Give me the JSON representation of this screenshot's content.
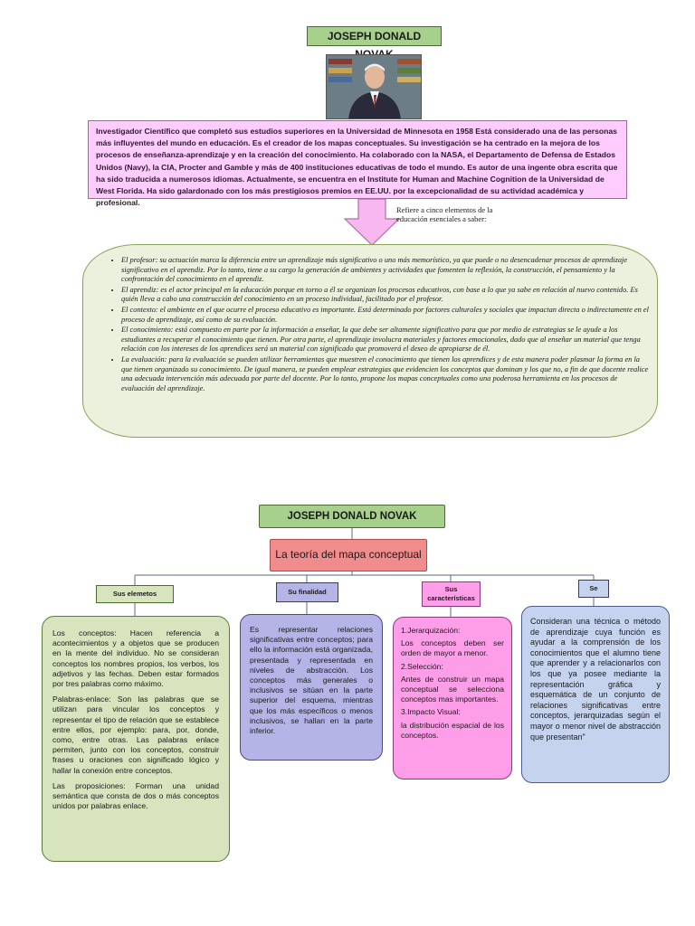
{
  "page1": {
    "title": "JOSEPH DONALD NOVAK",
    "bio": "Investigador Científico que completó sus estudios superiores en la Universidad de Minnesota en 1958 Está considerado una de las personas más influyentes del mundo en educación. Es el creador de los mapas conceptuales. Su investigación se ha centrado en la mejora de los procesos de enseñanza-aprendizaje y en la creación del conocimiento. Ha colaborado con la NASA, el Departamento de Defensa de Estados Unidos (Navy), la CIA, Procter and Gamble y más de 400 instituciones educativas de todo el mundo. Es autor de una ingente obra escrita que ha sido traducida a numerosos idiomas. Actualmente, se encuentra en el Institute for Human and Machine Cognition de la Universidad de West Florida. Ha sido galardonado con los más prestigiosos premios en EE.UU. por la excepcionalidad de su actividad académica y profesional.",
    "arrow_caption": "Refiere a cinco elementos de la educación esenciales a saber:",
    "elements": [
      "El profesor: su actuación marca la diferencia entre un aprendizaje más significativo o uno más memorístico, ya que puede o no desencadenar procesos de aprendizaje significativo en el aprendiz. Por lo tanto, tiene a su cargo la generación de ambientes y actividades que fomenten la reflexión, la construcción, el pensamiento y la confrontación del conocimiento en el aprendiz.",
      "El aprendiz: es el actor principal en la educación porque en torno a él se organizan los procesos educativos, con base a lo que ya sabe en relación al nuevo contenido. Es quién lleva a cabo una construcción del conocimiento en un proceso individual, facilitado por el profesor.",
      "El contexto: el ambiente en el que ocurre el proceso educativo es importante. Está determinado por factores culturales y sociales que impactan directa o indirectamente en el proceso de aprendizaje, así como de su evaluación.",
      "El conocimiento: está compuesto en parte por la información a enseñar, la que debe ser altamente significativo para que por medio de estrategias se le ayude a los estudiantes a recuperar el conocimiento que tienen. Por otra parte, el aprendizaje involucra materiales y factores emocionales, dado que al enseñar un material que tenga relación con los intereses de los aprendices será un material con significado que promoverá el deseo de apropiarse de él.",
      "La evaluación: para la evaluación se pueden utilizar herramientas que muestren el conocimiento que tienen los aprendices y de esta manera poder plasmar la forma en la que tienen organizado su conocimiento. De igual manera, se pueden emplear estrategias que evidencien los conceptos que dominan y los que no, a fin de que docente realice una adecuada intervención más adecuada por parte del docente. Por lo tanto, propone los mapas conceptuales como una poderosa herramienta en los procesos de evaluación del aprendizaje."
    ]
  },
  "page2": {
    "title": "JOSEPH DONALD NOVAK",
    "theory": "La teoría del mapa conceptual",
    "branches": [
      {
        "label": "Sus elemetos"
      },
      {
        "label": "Su finalidad"
      },
      {
        "label": "Sus características"
      },
      {
        "label": "Se"
      }
    ],
    "card1": [
      "Los conceptos: Hacen referencia a acontecimientos y a objetos que se producen en la mente del individuo. No se consideran conceptos los nombres propios, los verbos, los adjetivos y las fechas. Deben estar formados por tres palabras como máximo.",
      "Palabras-enlace: Son las palabras que se utilizan para vincular los conceptos y representar el tipo de relación que se establece entre ellos, por ejemplo: para, por, donde, como, entre otras. Las palabras enlace permiten, junto con los conceptos, construir frases u oraciones con significado lógico y hallar la conexión entre conceptos.",
      "Las proposiciones: Forman una unidad semántica que consta de dos o más conceptos unidos por palabras enlace."
    ],
    "card2": "Es representar relaciones significativas entre conceptos; para ello la información está organizada, presentada y representada en niveles de abstracción. Los conceptos más generales o inclusivos se sitúan en la parte superior del esquema, mientras que los más específicos o menos inclusivos, se hallan en la parte inferior.",
    "card3": [
      "1.Jerarquización:",
      "Los conceptos deben ser orden de mayor a menor.",
      "2.Selección:",
      "Antes de construir un mapa conceptual se selecciona conceptos mas importantes.",
      "3.Impacto Visual:",
      "la distribución espacial de los conceptos."
    ],
    "card4": "Consideran una técnica o método de aprendizaje cuya función es ayudar a la comprensión de los conocimientos que el alumno tiene que aprender y a relacionarlos con los que ya posee mediante la representación gráfica y esquemática de un conjunto de relaciones significativas entre conceptos, jerarquizadas según el mayor o menor nivel de abstracción que presentan\""
  },
  "colors": {
    "title_green": "#a8d08d",
    "bio_pink": "#ffccff",
    "elements_bg": "#ebf1dd",
    "theory_red": "#f08c8c",
    "card_green": "#d7e4bd",
    "card_purple": "#b4b4e6",
    "card_pink": "#ff9ee8",
    "card_blue": "#c5d3ee"
  }
}
